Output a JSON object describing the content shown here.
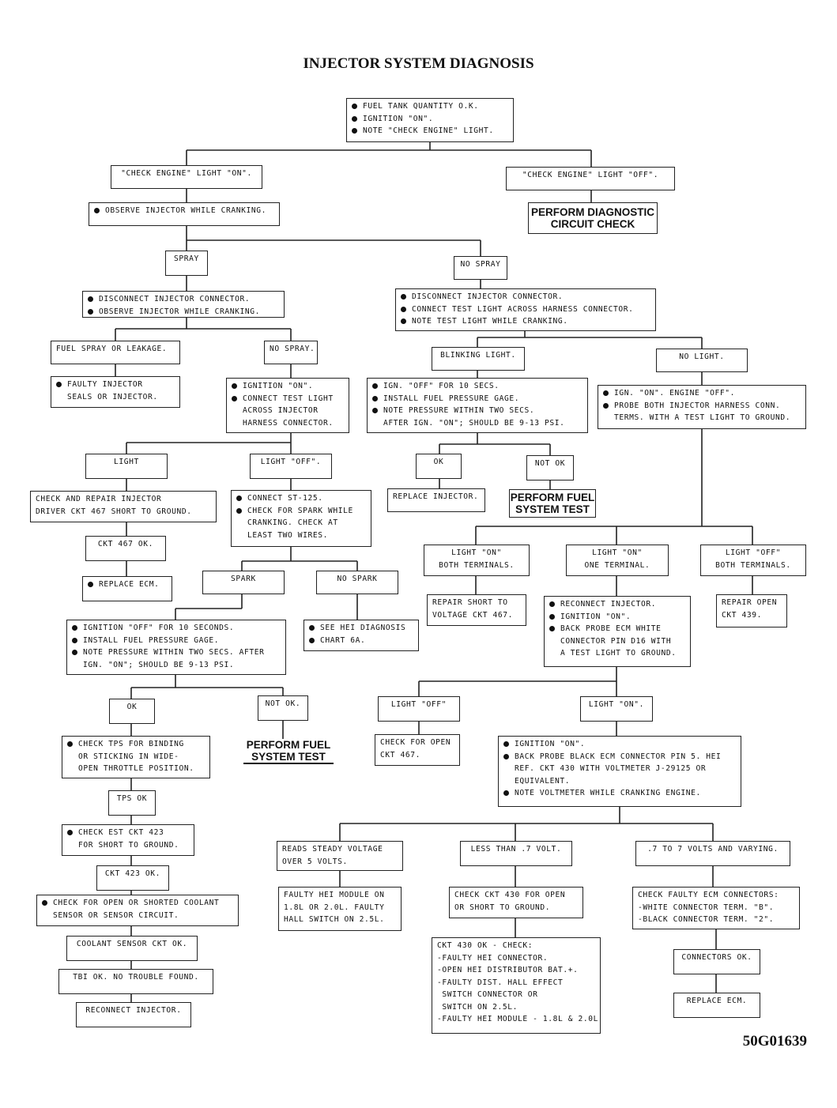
{
  "title": "INJECTOR SYSTEM DIAGNOSIS",
  "figure_id": "50G01639",
  "boxes": {
    "start": [
      "FUEL TANK QUANTITY O.K.",
      "IGNITION \"ON\".",
      "NOTE \"CHECK ENGINE\" LIGHT."
    ],
    "ce_on": [
      "\"CHECK ENGINE\" LIGHT \"ON\"."
    ],
    "ce_off": [
      "\"CHECK ENGINE\" LIGHT \"OFF\"."
    ],
    "perform_diag": [
      "PERFORM DIAGNOSTIC",
      "CIRCUIT CHECK"
    ],
    "observe": [
      "OBSERVE INJECTOR WHILE CRANKING."
    ],
    "spray": [
      "SPRAY"
    ],
    "no_spray_top": [
      "NO SPRAY"
    ],
    "disc_observe": [
      "DISCONNECT INJECTOR CONNECTOR.",
      "OBSERVE INJECTOR WHILE CRANKING."
    ],
    "disc_testlight": [
      "DISCONNECT INJECTOR CONNECTOR.",
      "CONNECT TEST LIGHT ACROSS HARNESS CONNECTOR.",
      "NOTE TEST LIGHT WHILE CRANKING."
    ],
    "fuel_spray": [
      "FUEL SPRAY OR LEAKAGE."
    ],
    "no_spray_2": [
      "NO SPRAY."
    ],
    "faulty_seals": [
      "FAULTY INJECTOR",
      "SEALS OR INJECTOR."
    ],
    "ign_on_testlight": [
      "IGNITION \"ON\".",
      "CONNECT TEST LIGHT",
      "ACROSS INJECTOR",
      "HARNESS CONNECTOR."
    ],
    "blinking": [
      "BLINKING LIGHT."
    ],
    "no_light": [
      "NO LIGHT."
    ],
    "ign_off_10_right": [
      "IGN. \"OFF\" FOR 10 SECS.",
      "INSTALL FUEL PRESSURE GAGE.",
      "NOTE PRESSURE WITHIN TWO SECS.",
      "AFTER IGN. \"ON\"; SHOULD BE 9-13 PSI."
    ],
    "probe_both": [
      "IGN. \"ON\". ENGINE \"OFF\".",
      "PROBE BOTH INJECTOR HARNESS CONN.",
      "TERMS. WITH A TEST LIGHT TO GROUND."
    ],
    "light": [
      "LIGHT"
    ],
    "light_off_1": [
      "LIGHT \"OFF\"."
    ],
    "ok_right": [
      "OK"
    ],
    "not_ok_right": [
      "NOT OK"
    ],
    "check_repair": [
      "CHECK AND REPAIR INJECTOR",
      "DRIVER CKT 467 SHORT TO GROUND."
    ],
    "connect_st": [
      "CONNECT ST-125.",
      "CHECK FOR SPARK WHILE",
      "CRANKING. CHECK AT",
      "LEAST TWO WIRES."
    ],
    "replace_inj": [
      "REPLACE INJECTOR."
    ],
    "perform_fuel_1": [
      "PERFORM FUEL",
      "SYSTEM TEST"
    ],
    "ckt467ok": [
      "CKT 467 OK."
    ],
    "replace_ecm_1": [
      "REPLACE ECM."
    ],
    "spark": [
      "SPARK"
    ],
    "no_spark": [
      "NO SPARK"
    ],
    "light_on_both": [
      "LIGHT \"ON\"",
      "BOTH TERMINALS."
    ],
    "light_on_one": [
      "LIGHT \"ON\"",
      "ONE TERMINAL."
    ],
    "light_off_both": [
      "LIGHT \"OFF\"",
      "BOTH TERMINALS."
    ],
    "ign_off_10_left": [
      "IGNITION \"OFF\" FOR 10 SECONDS.",
      "INSTALL FUEL PRESSURE GAGE.",
      "NOTE PRESSURE WITHIN TWO SECS. AFTER",
      "IGN. \"ON\"; SHOULD BE 9-13 PSI."
    ],
    "see_hei": [
      "SEE HEI DIAGNOSIS",
      "CHART 6A."
    ],
    "repair_short": [
      "REPAIR SHORT TO",
      "VOLTAGE CKT 467."
    ],
    "reconnect_probe": [
      "RECONNECT INJECTOR.",
      "IGNITION \"ON\".",
      "BACK PROBE ECM WHITE",
      "CONNECTOR PIN D16 WITH",
      "A TEST LIGHT TO GROUND."
    ],
    "repair_open": [
      "REPAIR OPEN",
      "CKT 439."
    ],
    "ok_left": [
      "OK"
    ],
    "not_ok_left": [
      "NOT OK."
    ],
    "light_off_2": [
      "LIGHT \"OFF\""
    ],
    "light_on_2": [
      "LIGHT \"ON\"."
    ],
    "check_tps": [
      "CHECK TPS FOR BINDING",
      "OR STICKING IN WIDE-",
      "OPEN THROTTLE POSITION."
    ],
    "perform_fuel_2": [
      "PERFORM FUEL",
      "SYSTEM TEST"
    ],
    "check_open_467": [
      "CHECK FOR OPEN",
      "CKT 467."
    ],
    "ign_on_black": [
      "IGNITION \"ON\".",
      "BACK PROBE BLACK ECM CONNECTOR PIN 5. HEI",
      "REF. CKT 430 WITH VOLTMETER J-29125 OR",
      "EQUIVALENT.",
      "NOTE VOLTMETER WHILE CRANKING ENGINE."
    ],
    "tps_ok": [
      "TPS OK"
    ],
    "check_est": [
      "CHECK EST CKT 423",
      "FOR SHORT TO GROUND."
    ],
    "reads_steady": [
      "READS STEADY VOLTAGE",
      "OVER 5 VOLTS."
    ],
    "less_than": [
      "LESS THAN .7 VOLT."
    ],
    "varying": [
      ".7 TO 7 VOLTS AND VARYING."
    ],
    "ckt423ok": [
      "CKT 423 OK."
    ],
    "faulty_hei": [
      "FAULTY HEI MODULE ON",
      "1.8L OR 2.0L. FAULTY",
      "HALL SWITCH ON 2.5L."
    ],
    "check_ckt430": [
      "CHECK CKT 430 FOR OPEN",
      "OR SHORT TO GROUND."
    ],
    "check_faulty_ecm": [
      "CHECK FAULTY ECM CONNECTORS:",
      "-WHITE CONNECTOR TERM. \"B\".",
      "-BLACK CONNECTOR TERM. \"2\"."
    ],
    "check_coolant": [
      "CHECK FOR OPEN OR SHORTED COOLANT",
      "SENSOR OR SENSOR CIRCUIT."
    ],
    "ckt430ok": [
      "CKT 430 OK - CHECK:",
      "-FAULTY HEI CONNECTOR.",
      "-OPEN HEI DISTRIBUTOR BAT.+.",
      "-FAULTY DIST. HALL EFFECT",
      " SWITCH CONNECTOR OR",
      " SWITCH ON 2.5L.",
      "-FAULTY HEI MODULE - 1.8L & 2.0L"
    ],
    "coolant_ok": [
      "COOLANT SENSOR CKT OK."
    ],
    "connectors_ok": [
      "CONNECTORS OK."
    ],
    "tbi_ok": [
      "TBI OK. NO TROUBLE FOUND."
    ],
    "replace_ecm_2": [
      "REPLACE ECM."
    ],
    "reconnect_final": [
      "RECONNECT INJECTOR."
    ]
  }
}
